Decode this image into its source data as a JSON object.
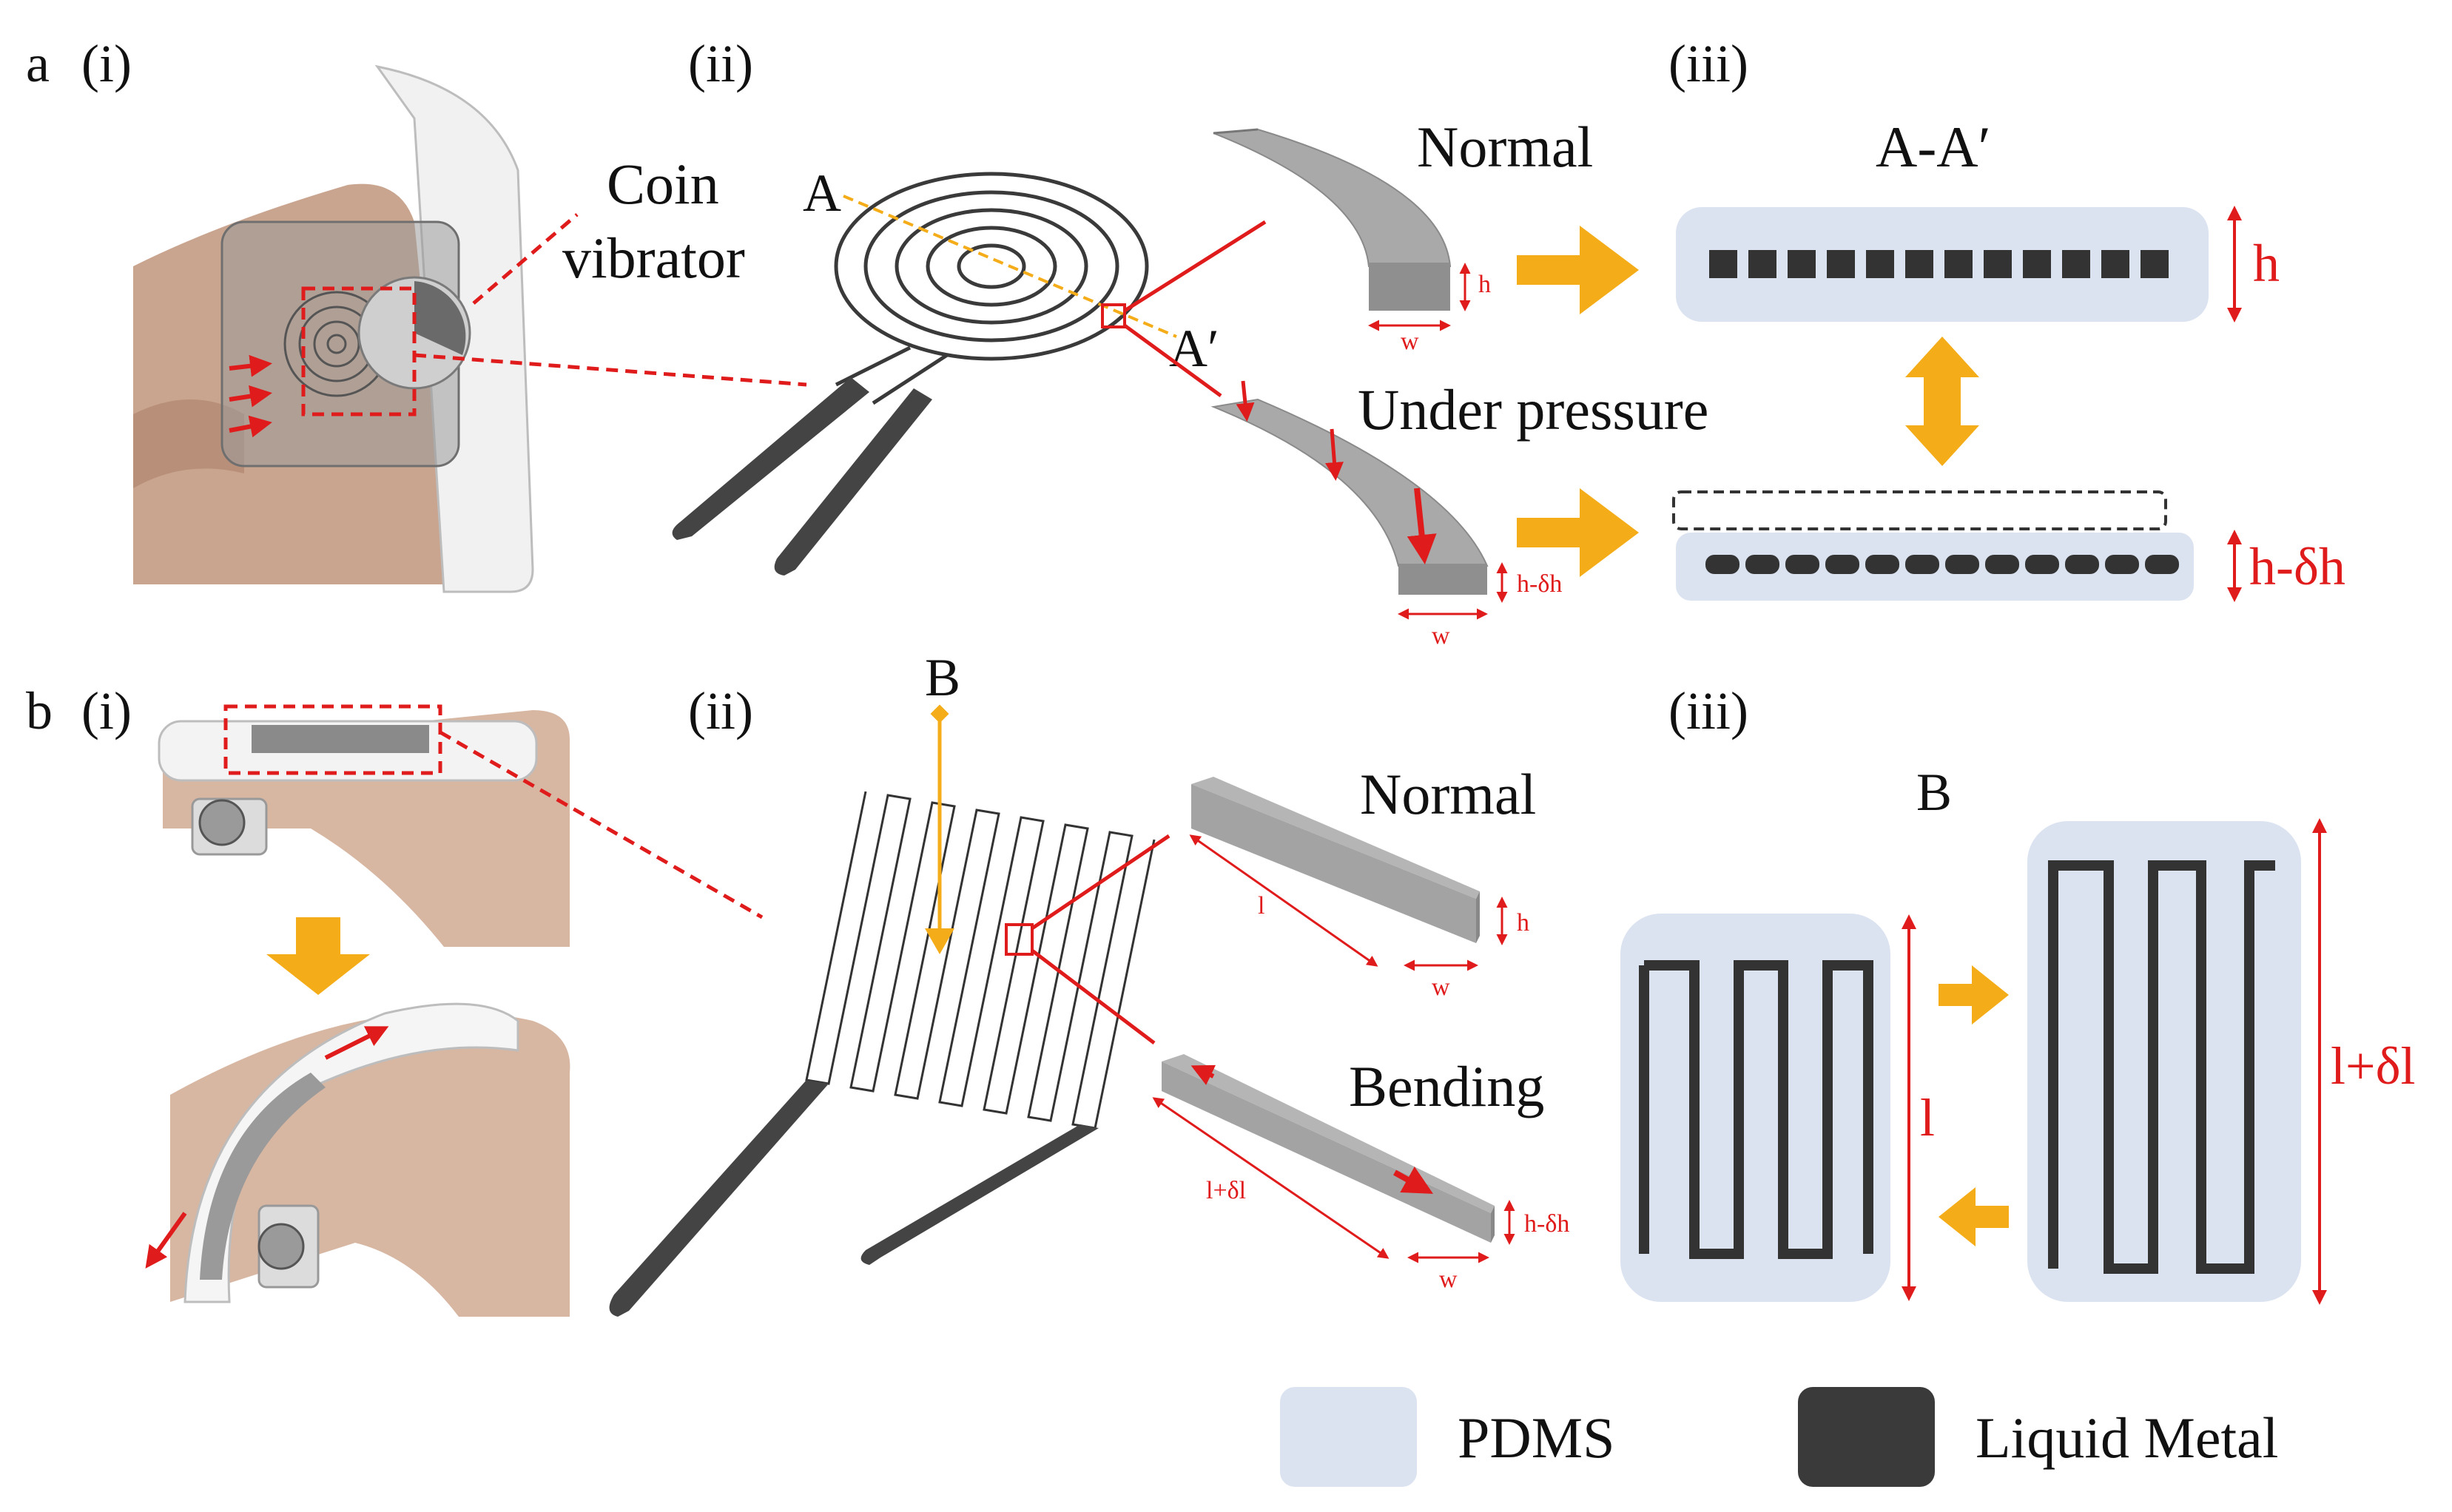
{
  "panel_a": {
    "letter": "a",
    "sub_i": "(i)",
    "sub_ii": "(ii)",
    "sub_iii": "(iii)",
    "coin_line1": "Coin",
    "coin_line2": "vibrator",
    "label_A": "A",
    "label_A_prime": "A′",
    "normal": "Normal",
    "under_pressure": "Under pressure",
    "section_title": "A-A′",
    "dim_h_small": "h",
    "dim_w_small": "w",
    "dim_h_dh_small": "h-δh",
    "dim_w2_small": "w",
    "dim_h_big": "h",
    "dim_h_dh_big": "h-δh"
  },
  "panel_b": {
    "letter": "b",
    "sub_i": "(i)",
    "sub_ii": "(ii)",
    "sub_iii": "(iii)",
    "label_B": "B",
    "normal": "Normal",
    "bending": "Bending",
    "section_title": "B",
    "dim_l_small": "l",
    "dim_h_small": "h",
    "dim_w_small": "w",
    "dim_l_dl_small": "l+δl",
    "dim_h_dh_small": "h-δh",
    "dim_w2_small": "w",
    "dim_l_big": "l",
    "dim_l_dl_big": "l+δl"
  },
  "legend": {
    "pdms": "PDMS",
    "liquid_metal": "Liquid Metal"
  },
  "colors": {
    "pdms": "#dbe3f1",
    "liquid_metal": "#3a3a3a",
    "arrow": "#f4ac19",
    "annotation": "#e01b1b",
    "skin": "#c9a48e"
  }
}
